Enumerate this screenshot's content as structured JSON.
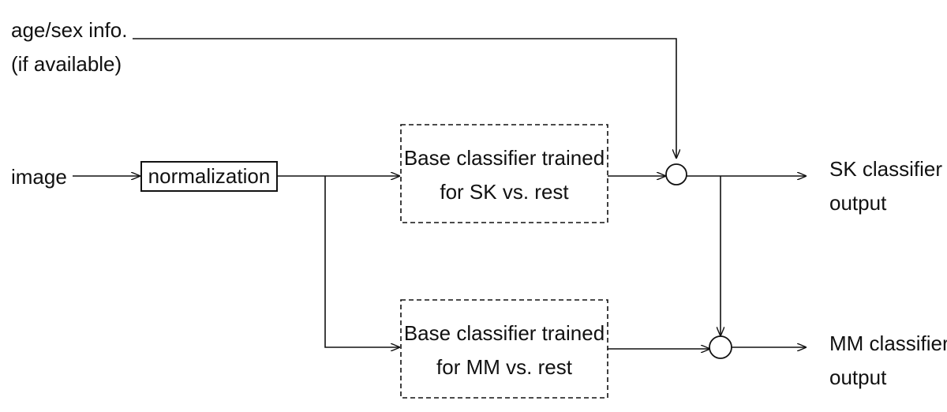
{
  "labels": {
    "age_sex_line1": "age/sex info.",
    "age_sex_line2": "(if available)",
    "image": "image",
    "normalization": "normalization",
    "sk_classifier_line1": "Base classifier trained",
    "sk_classifier_line2": "for SK vs. rest",
    "mm_classifier_line1": "Base classifier trained",
    "mm_classifier_line2": "for MM vs. rest",
    "sk_output_line1": "SK classifier",
    "sk_output_line2": "output",
    "mm_output_line1": "MM classifier",
    "mm_output_line2": "output"
  }
}
